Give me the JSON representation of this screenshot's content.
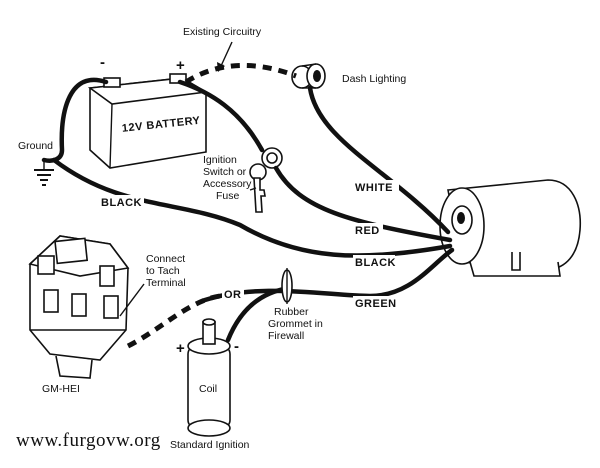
{
  "labels": {
    "existing_circuitry": "Existing Circuitry",
    "dash_lighting": "Dash Lighting",
    "battery": "12V BATTERY",
    "minus": "-",
    "plus": "+",
    "ground": "Ground",
    "ignition_1": "Ignition",
    "ignition_2": "Switch or",
    "ignition_3": "Accessory",
    "ignition_4": "Fuse",
    "connect_1": "Connect",
    "connect_2": "to Tach",
    "connect_3": "Terminal",
    "or": "OR",
    "grommet_1": "Rubber",
    "grommet_2": "Grommet in",
    "grommet_3": "Firewall",
    "gm_hei": "GM-HEI",
    "coil": "Coil",
    "coil_plus": "+",
    "coil_minus": "-",
    "standard_ignition": "Standard Ignition",
    "watermark": "www.furgovw.org"
  },
  "wire_labels": {
    "black_left": "BLACK",
    "white": "WHITE",
    "red": "RED",
    "black_right": "BLACK",
    "green": "GREEN"
  }
}
